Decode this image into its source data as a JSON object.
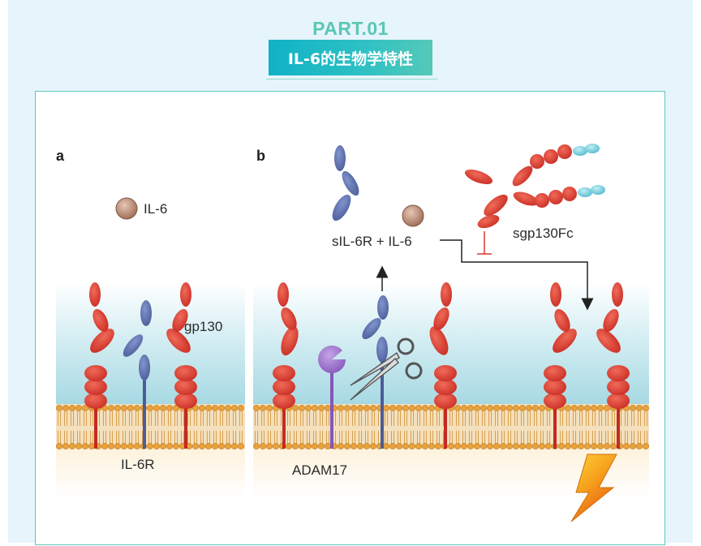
{
  "header": {
    "part": "PART.01",
    "title": "IL-6的生物学特性"
  },
  "figure": {
    "panel_a": {
      "letter": "a",
      "il6_label": "IL-6",
      "gp130_label": "gp130",
      "il6r_label": "IL-6R"
    },
    "panel_b": {
      "letter": "b",
      "complex_label": "sIL-6R + IL-6",
      "sgp130fc_label": "sgp130Fc",
      "adam17_label": "ADAM17"
    }
  },
  "colors": {
    "accent": "#5bc7b5",
    "banner": "#10b2c6",
    "gp130": "#d9382e",
    "il6r": "#5b6fae",
    "il6": "#b5826e",
    "adam17": "#9b6fc7",
    "fc": "#6fc9d9"
  }
}
